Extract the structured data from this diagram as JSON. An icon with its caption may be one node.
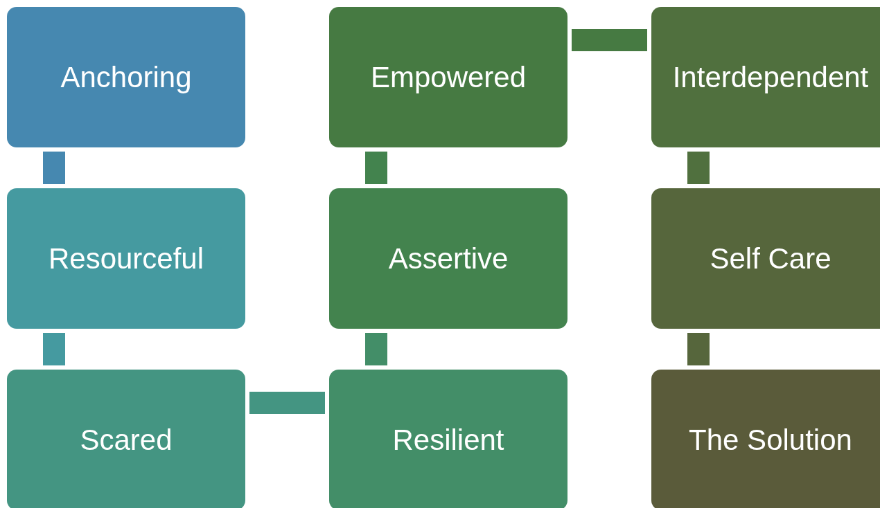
{
  "diagram": {
    "nodes": [
      {
        "text": [
          "Anchoring"
        ]
      },
      {
        "text": [
          "Resourceful"
        ]
      },
      {
        "text": [
          "Scared"
        ]
      },
      {
        "text": [
          "Resilient"
        ]
      },
      {
        "text": [
          "Assertive"
        ]
      },
      {
        "text": [
          "Empowered"
        ]
      },
      {
        "text": [
          "Interdependent"
        ]
      },
      {
        "text": [
          "Self Care"
        ]
      },
      {
        "text": [
          "The Solution"
        ]
      }
    ],
    "edges": [
      {
        "from": 0,
        "to": 1,
        "arrow": "none",
        "color": "#4688b0"
      },
      {
        "from": 1,
        "to": 2,
        "arrow": "none",
        "color": "#459aa0"
      },
      {
        "from": 2,
        "to": 3,
        "arrow": "none",
        "color": "#449582"
      },
      {
        "from": 3,
        "to": 4,
        "arrow": "none",
        "color": "#438e68"
      },
      {
        "from": 4,
        "to": 5,
        "arrow": "none",
        "color": "#43834e"
      },
      {
        "from": 5,
        "to": 6,
        "arrow": "none",
        "color": "#467a42"
      },
      {
        "from": 6,
        "to": 7,
        "arrow": "none",
        "color": "#50703e"
      },
      {
        "from": 7,
        "to": 8,
        "arrow": "none",
        "color": "#56663c"
      }
    ]
  }
}
